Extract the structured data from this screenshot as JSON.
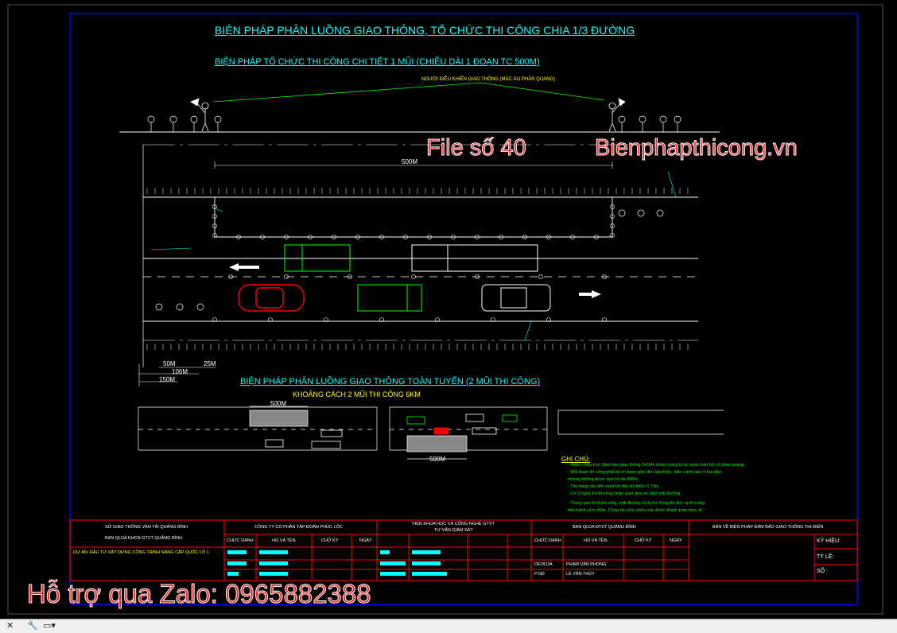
{
  "drawing": {
    "title_main": "BIỆN PHÁP PHÂN LUỒNG GIAO THÔNG, TỔ CHỨC THI CÔNG CHIA 1/3 ĐƯỜNG",
    "title_sub": "BIỆN PHÁP TỔ CHỨC THI CÔNG CHI TIẾT 1 MŨI (CHIỀU DÀI 1 ĐOẠN TC 500M)",
    "flagman_note": "NGƯỜI ĐIỀU KHIỂN GIAO THÔNG (MẶC ÁO PHẢN QUANG)",
    "section2_title": "BIỆN PHÁP PHÂN LUỒNG GIAO THÔNG TOÀN TUYẾN (2 MŨI THI CÔNG)",
    "section2_sub": "KHOẢNG CÁCH 2 MŨI THI CÔNG 6KM",
    "dim_500m": "500M",
    "dim_50m": "50M",
    "dim_25m": "25M",
    "dim_100m": "100M",
    "dim_150m": "150M",
    "dim_500m_b": "500M",
    "dim_500m_c": "500M"
  },
  "watermark": {
    "file_label": "File số 40",
    "site": "Bienphapthicong.vn",
    "support": "Hỗ trợ qua Zalo: 0965882388"
  },
  "notes": {
    "heading": "GHI CHÚ:",
    "lines": [
      "- Nhân công trực đảm bảo giao thông 24/24h được trang bị áo quần bảo hộ có phản quang.",
      "- Mỗi đoạn thi công phải bố trí barie gần đèn báo hiệu, biển cảnh báo ở hai đầu",
      "  nhưng không được quá tối đa 300m",
      "- Tim hàng rào đến mép hố đào tối thiểu 0.75m",
      "- Cứ 3 ngày bố trí công nhân quét dọn vệ sinh mặt đường",
      "- Trong quá trình thi công, mặt đường cũ bị hư hỏng thì đơn vị thi công",
      "  tiến hành sửa chữa. Công tác sửa chữa này được thanh toán thực tế."
    ]
  },
  "title_block": {
    "owner_1": "SỞ GIAO THÔNG VẬN TẢI QUẢNG BÌNH",
    "owner_2": "BAN QLDA KHCN GTVT QUẢNG BÌNH",
    "project": "DỰ ÁN: ĐẦU TƯ XÂY DỰNG CÔNG TRÌNH NÂNG CẤP QUỐC LỘ 1",
    "company": "CÔNG TY CỔ PHẦN TẬP ĐOÀN PHÚC LỘC",
    "institute": "VIỆN KHOA HỌC VÀ CÔNG NGHỆ GTVT",
    "consultant": "TƯ VẤN GIÁM SÁT",
    "board": "BAN QLDA ĐTXT QUẢNG BÌNH",
    "drawing_name": "BẢN VẼ BIỆN PHÁP ĐẢM BẢO GIAO THÔNG THI ĐIỂN",
    "col_role": "CHỨC DANH",
    "col_name": "HỌ VÀ TÊN",
    "col_sign": "CHỮ KÝ",
    "col_date": "NGÀY",
    "role_1": "DEOLDA",
    "name_1": "PHẠM VĂN PHONG",
    "role_2": "P.GĐ",
    "name_2": "LÊ VĂN THỦY",
    "ky_hieu": "KÝ HIỆU:",
    "ty_le": "TỶ LỆ:",
    "so": "SỐ :"
  },
  "statusbar": {
    "close": "✕",
    "tool": "🔧",
    "layout": "▭▾"
  },
  "colors": {
    "cyan": "#00ffff",
    "yellow": "#ffff00",
    "green": "#00ff00",
    "red": "#ff0000",
    "blue": "#0000ff",
    "white": "#ffffff"
  }
}
